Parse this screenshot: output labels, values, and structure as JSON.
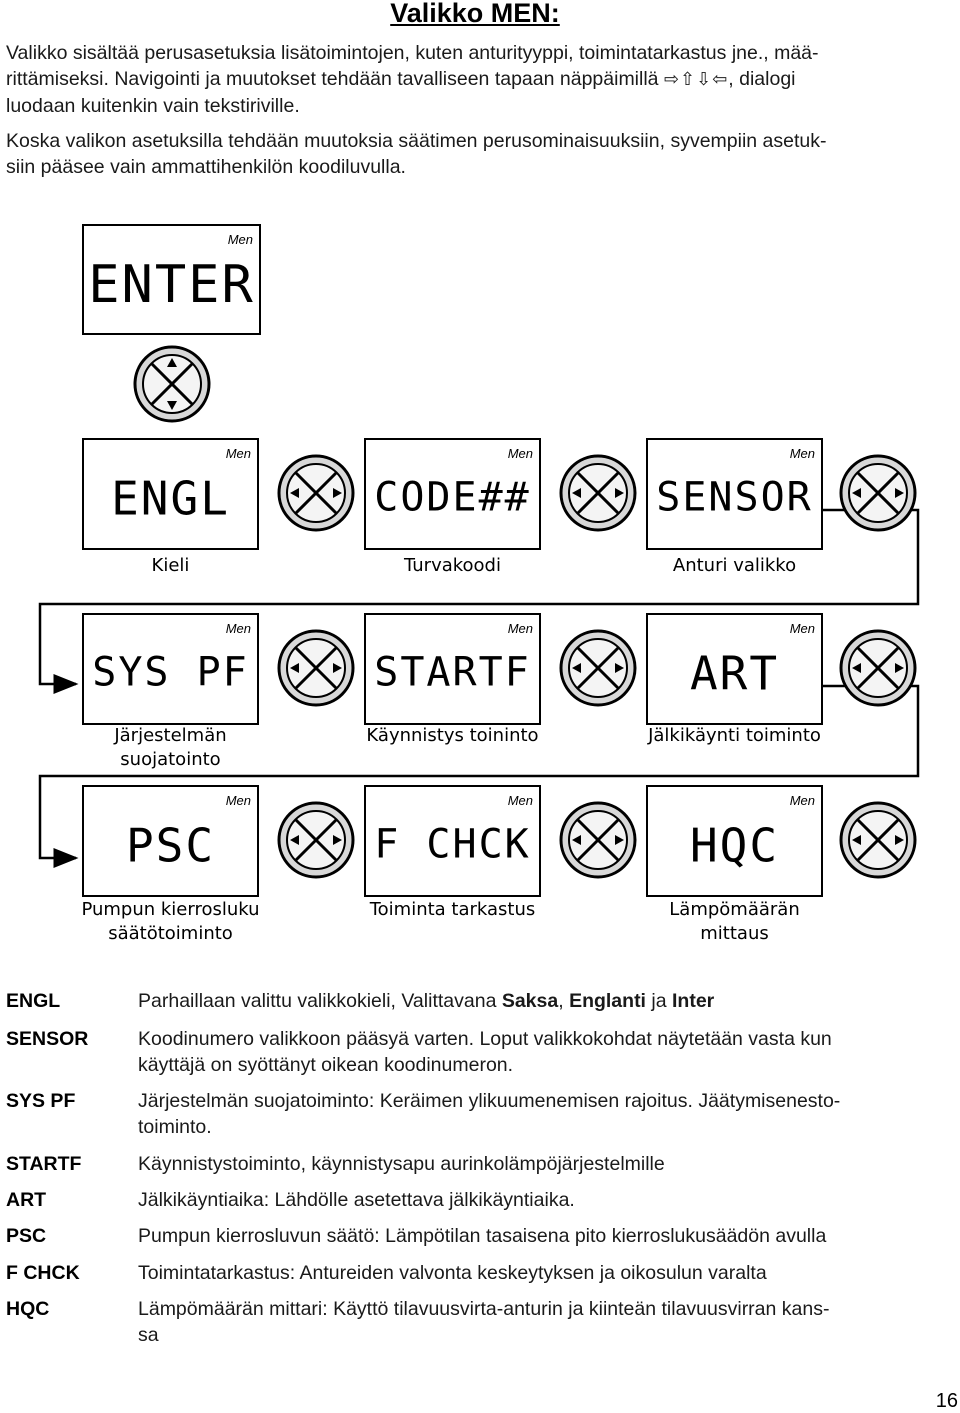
{
  "title": "Valikko MEN:",
  "intro": {
    "p1_a": "Valikko sisältää perusasetuksia lisätoimintojen, kuten anturityyppi, toimintatarkastus jne., mää-",
    "p1_b": "rittämiseksi. Navigointi ja muutokset tehdään tavalliseen tapaan näppäimillä",
    "p1_arrows": "⇨⇧⇩⇦",
    "p1_c": ", dialogi",
    "p1_d": "luodaan kuitenkin vain tekstiriville.",
    "p2_a": "Koska valikon asetuksilla tehdään muutoksia säätimen perusominaisuuksiin, syvempiin asetuk-",
    "p2_b": "siin pääsee vain ammattihenkilön koodiluvulla."
  },
  "diagram": {
    "men_label": "Men",
    "enter_display": "ENTER",
    "screens": [
      {
        "display": "ENGL",
        "caption_1": "Kieli",
        "caption_2": ""
      },
      {
        "display": "CODE##",
        "caption_1": "Turvakoodi",
        "caption_2": ""
      },
      {
        "display": "SENSOR",
        "caption_1": "Anturi valikko",
        "caption_2": ""
      },
      {
        "display": "SYS PF",
        "caption_1": "Järjestelmän",
        "caption_2": "suojatointo"
      },
      {
        "display": "STARTF",
        "caption_1": "Käynnistys toininto",
        "caption_2": ""
      },
      {
        "display": "ART",
        "caption_1": "Jälkikäynti toiminto",
        "caption_2": ""
      },
      {
        "display": "PSC",
        "caption_1": "Pumpun kierrosluku",
        "caption_2": "säätötoiminto"
      },
      {
        "display": "F CHCK",
        "caption_1": "Toiminta tarkastus",
        "caption_2": ""
      },
      {
        "display": "HQC",
        "caption_1": "Lämpömäärän",
        "caption_2": "mittaus"
      }
    ]
  },
  "definitions": [
    {
      "key": "ENGL",
      "line1": "Parhaillaan valittu valikkokieli, Valittavana ",
      "b1": "Saksa",
      "m1": ", ",
      "b2": "Englanti",
      "m2": " ja ",
      "b3": "Inter",
      "line2": ""
    },
    {
      "key": "SENSOR",
      "line1": "Koodinumero valikkoon pääsyä varten. Loput valikkokohdat näytetään vasta kun",
      "line2": "käyttäjä on syöttänyt oikean koodinumeron."
    },
    {
      "key": "SYS PF",
      "line1": "Järjestelmän suojatoiminto: Keräimen ylikuumenemisen rajoitus. Jäätymisenesto-",
      "line2": "toiminto."
    },
    {
      "key": "STARTF",
      "line1": "Käynnistystoiminto, käynnistysapu aurinkolämpöjärjestelmille",
      "line2": ""
    },
    {
      "key": "ART",
      "line1": "Jälkikäyntiaika: Lähdölle asetettava jälkikäyntiaika.",
      "line2": ""
    },
    {
      "key": "PSC",
      "line1": "Pumpun kierrosluvun säätö: Lämpötilan tasaisena pito kierroslukusäädön avulla",
      "line2": ""
    },
    {
      "key": "F CHCK",
      "line1": "Toimintatarkastus: Antureiden valvonta keskeytyksen ja oikosulun varalta",
      "line2": ""
    },
    {
      "key": "HQC",
      "line1": "Lämpömäärän mittari: Käyttö tilavuusvirta-anturin ja kiinteän tilavuusvirran kans-",
      "line2": "sa"
    }
  ],
  "page_number": "16"
}
